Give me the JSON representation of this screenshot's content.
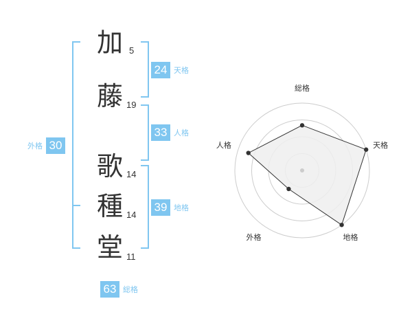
{
  "name": {
    "chars": [
      {
        "char": "加",
        "strokes": "5"
      },
      {
        "char": "藤",
        "strokes": "19"
      },
      {
        "char": "歌",
        "strokes": "14"
      },
      {
        "char": "種",
        "strokes": "14"
      },
      {
        "char": "堂",
        "strokes": "11"
      }
    ]
  },
  "fortunes": {
    "ten": {
      "value": "24",
      "label": "天格"
    },
    "jin": {
      "value": "33",
      "label": "人格"
    },
    "chi": {
      "value": "39",
      "label": "地格"
    },
    "gai": {
      "value": "30",
      "label": "外格"
    },
    "sou": {
      "value": "63",
      "label": "総格"
    }
  },
  "chart_data": {
    "type": "radar",
    "axes": [
      "総格",
      "天格",
      "地格",
      "外格",
      "人格"
    ],
    "values": [
      0.67,
      1.0,
      1.0,
      0.34,
      0.84
    ],
    "rings": 4,
    "colors": {
      "fill": "#efefef",
      "line": "#333333",
      "ring": "#cccccc",
      "accent": "#7fc6f0"
    }
  }
}
